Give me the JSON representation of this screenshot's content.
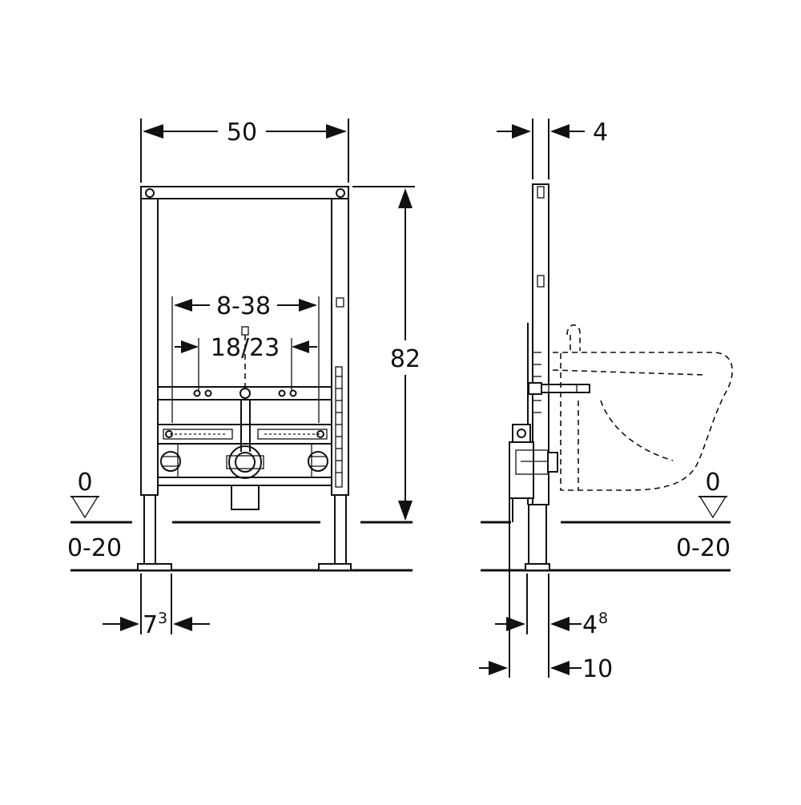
{
  "front_view": {
    "width_label": "50",
    "height_label": "82",
    "range_label": "8-38",
    "connection_label": "18/23",
    "foot_label_base": "7",
    "foot_label_sup": "3",
    "level_label": "0",
    "adjust_label": "0-20"
  },
  "side_view": {
    "depth_label": "4",
    "level_label": "0",
    "adjust_label": "0-20",
    "leg_label_base": "4",
    "leg_label_sup": "8",
    "total_depth_label": "10"
  }
}
